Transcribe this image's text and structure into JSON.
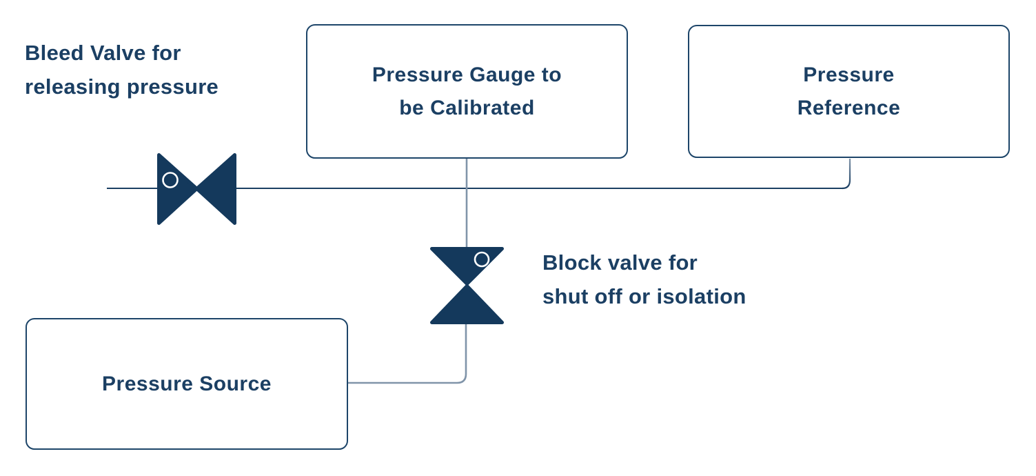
{
  "title": "Pressure gauge calibration piping diagram",
  "colors": {
    "navy": "#1b3f63",
    "navy_fill": "#14395c",
    "navy_border": "#1d4569",
    "slate": "#8094a9",
    "white": "#ffffff",
    "bg": "#ffffff"
  },
  "nodes": {
    "gauge": {
      "line1": "Pressure Gauge to",
      "line2": "be Calibrated"
    },
    "reference": {
      "line1": "Pressure",
      "line2": "Reference"
    },
    "source": {
      "line1": "Pressure Source"
    }
  },
  "callouts": {
    "bleed": {
      "line1": "Bleed Valve for",
      "line2": "releasing pressure"
    },
    "block": {
      "line1": "Block valve for",
      "line2": "shut off or isolation"
    }
  },
  "symbols": {
    "bleed_valve": {
      "icon": "valve-bowtie-horizontal-icon",
      "meaning": "Bleed Valve for releasing pressure"
    },
    "block_valve": {
      "icon": "valve-bowtie-vertical-icon",
      "meaning": "Block valve for shut off or isolation"
    }
  }
}
